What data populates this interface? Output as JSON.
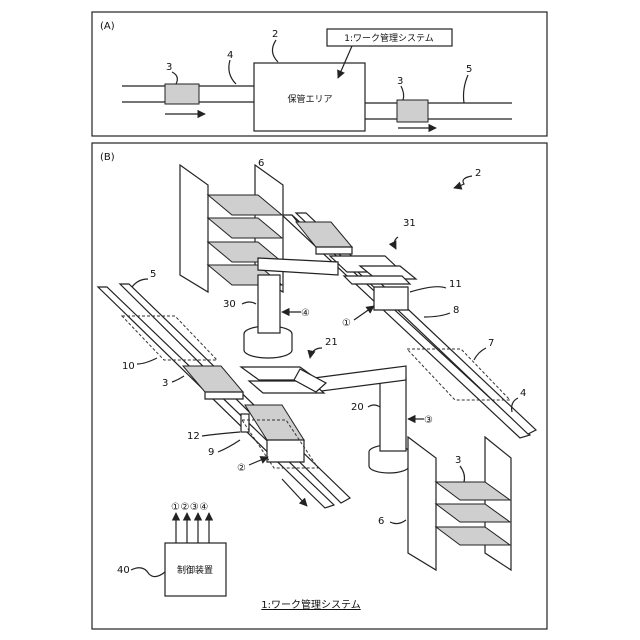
{
  "panel_a": {
    "tag": "(A)",
    "system_label": "1:ワーク管理システム",
    "storage_label": "保管エリア",
    "ref_storage": "2",
    "ref_conveyor_in": "4",
    "ref_conveyor_out": "5",
    "ref_workpiece_in": "3",
    "ref_workpiece_out": "3"
  },
  "panel_b": {
    "tag": "(B)",
    "ref_area": "2",
    "ref_rack_top": "6",
    "ref_rack_bottom": "6",
    "ref_hand_top": "31",
    "ref_stopper_top": "11",
    "ref_rail_top": "8",
    "ref_zone_right": "7",
    "ref_conveyor_right": "4",
    "ref_conveyor_left": "5",
    "ref_zone_left": "10",
    "ref_workpiece_left": "3",
    "ref_robot_top": "30",
    "ref_robot_bottom": "20",
    "ref_hand_bottom": "21",
    "ref_stopper_bottom": "12",
    "ref_rail_bottom": "9",
    "ref_workpiece_rack": "3",
    "marker_1": "①",
    "marker_2": "②",
    "marker_3": "③",
    "marker_4": "④",
    "controller_label": "制御装置",
    "ref_controller": "40",
    "controller_signals": "①②③④",
    "caption": "1:ワーク管理システム"
  }
}
